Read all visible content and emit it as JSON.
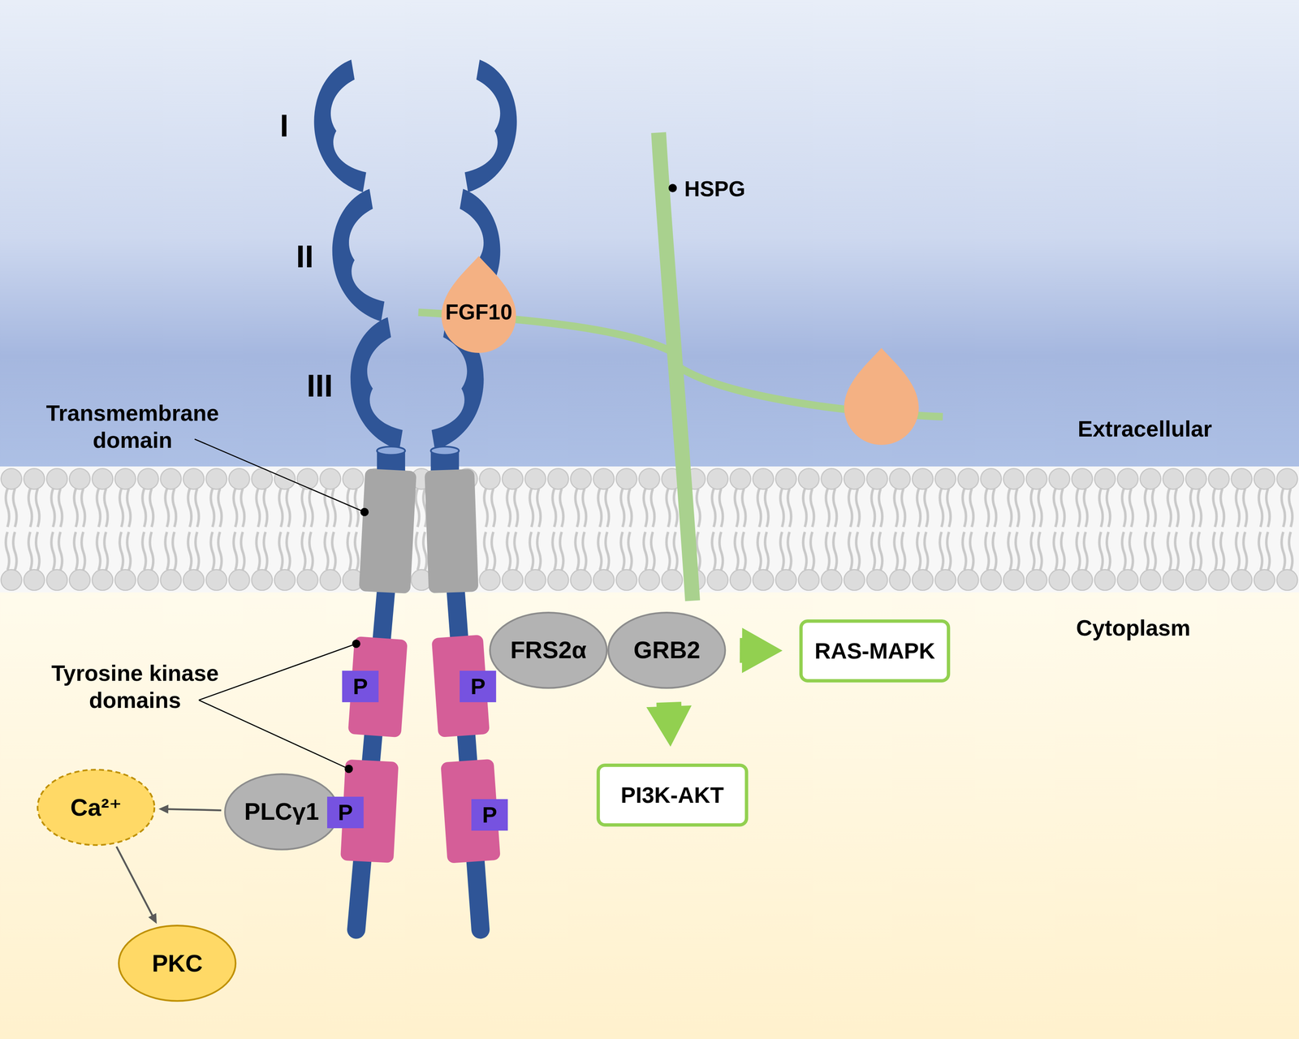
{
  "diagram": {
    "nodes": [
      {
        "text": [
          "FGF10"
        ]
      },
      {
        "text": [
          "FRS2α"
        ]
      },
      {
        "text": [
          "GRB2"
        ]
      },
      {
        "text": [
          "RAS-MAPK"
        ]
      },
      {
        "text": [
          "P"
        ]
      },
      {
        "text": [
          "P"
        ]
      },
      {
        "text": [
          "PI3K-AKT"
        ]
      },
      {
        "text": [
          "Ca²⁺"
        ]
      },
      {
        "text": [
          "PLCγ1"
        ]
      },
      {
        "text": [
          "P"
        ]
      },
      {
        "text": [
          "P"
        ]
      },
      {
        "text": [
          "PKC"
        ]
      }
    ],
    "edges": [
      {
        "from": 2,
        "to": 3,
        "arrow": "to"
      },
      {
        "from": 2,
        "to": 6,
        "arrow": "to"
      },
      {
        "from": 8,
        "to": 7,
        "arrow": "to"
      },
      {
        "from": 7,
        "to": 11,
        "arrow": "to"
      }
    ],
    "labels": [
      "I",
      "II",
      "III",
      "HSPG",
      "Transmembrane domain",
      "Tyrosine kinase domains",
      "Extracellular",
      "Cytoplasm"
    ]
  }
}
